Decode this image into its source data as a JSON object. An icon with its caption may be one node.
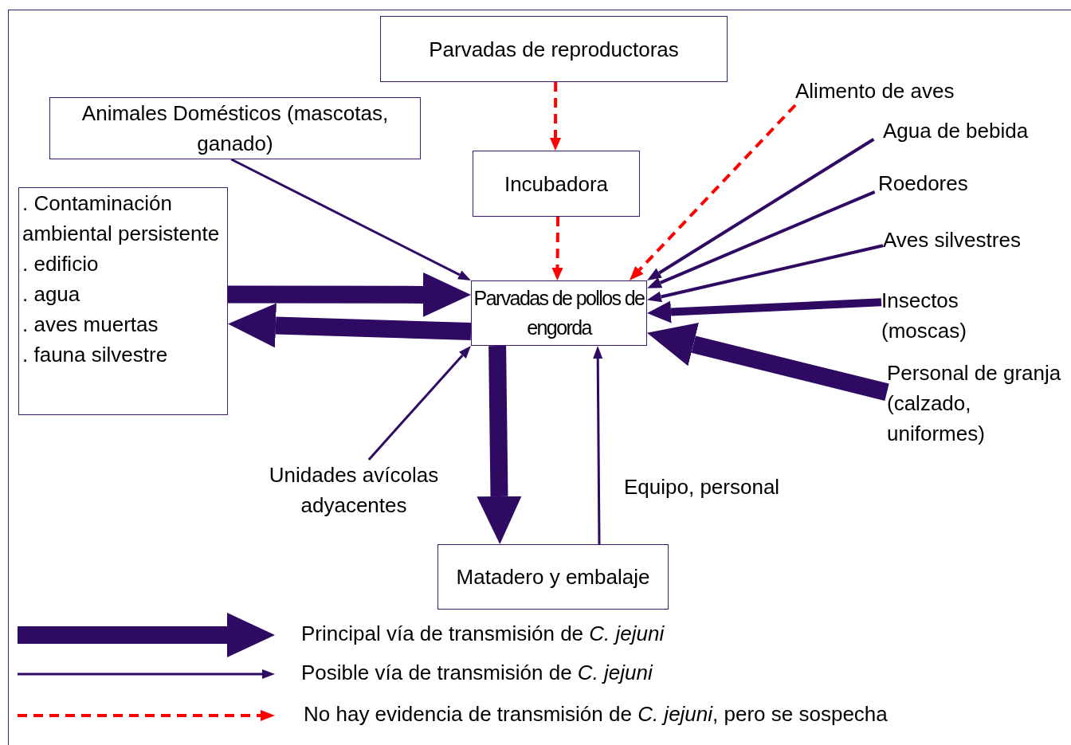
{
  "diagram": {
    "nodes": [
      {
        "text": [
          "Parvadas de reproductoras"
        ]
      },
      {
        "text": [
          "Animales Domésticos (mascotas, ganado)"
        ]
      },
      {
        "text": [
          "Incubadora"
        ]
      },
      {
        "text": [
          ". Contaminación ambiental persistente",
          ". edificio",
          ". agua",
          ". aves muertas",
          ". fauna silvestre"
        ]
      },
      {
        "text": [
          "Parvadas de pollos de engorda"
        ]
      },
      {
        "text": [
          "Alimento de aves"
        ]
      },
      {
        "text": [
          "Agua de bebida"
        ]
      },
      {
        "text": [
          "Roedores"
        ]
      },
      {
        "text": [
          "Aves silvestres"
        ]
      },
      {
        "text": [
          "Insectos (moscas)"
        ]
      },
      {
        "text": [
          "Personal de granja (calzado, uniformes)"
        ]
      },
      {
        "text": [
          "Unidades avícolas adyacentes"
        ]
      },
      {
        "text": [
          "Matadero y embalaje"
        ]
      }
    ],
    "edges": [
      {
        "from": 0,
        "to": 2,
        "arrow": "to",
        "style": "dashed",
        "color": "#ff0000"
      },
      {
        "from": 2,
        "to": 4,
        "arrow": "to",
        "style": "dashed",
        "color": "#ff0000"
      },
      {
        "from": 5,
        "to": 4,
        "arrow": "to",
        "style": "dashed",
        "color": "#ff0000"
      },
      {
        "from": 1,
        "to": 4,
        "arrow": "to"
      },
      {
        "from": 3,
        "to": 4,
        "arrow": "to",
        "style": "thick"
      },
      {
        "from": 4,
        "to": 3,
        "arrow": "to",
        "style": "thick"
      },
      {
        "from": 6,
        "to": 4,
        "arrow": "to"
      },
      {
        "from": 7,
        "to": 4,
        "arrow": "to"
      },
      {
        "from": 8,
        "to": 4,
        "arrow": "to"
      },
      {
        "from": 9,
        "to": 4,
        "arrow": "to",
        "style": "thick"
      },
      {
        "from": 10,
        "to": 4,
        "arrow": "to",
        "style": "thick"
      },
      {
        "from": 11,
        "to": 4,
        "arrow": "to"
      },
      {
        "from": 4,
        "to": 12,
        "arrow": "to",
        "style": "thick"
      },
      {
        "from": 12,
        "to": 4,
        "arrow": "to",
        "label": "Equipo, personal"
      }
    ],
    "legend": [
      {
        "text": "Principal vía de transmisión de *C. jejuni*"
      },
      {
        "text": "Posible vía de transmisión de *C. jejuni*"
      },
      {
        "text": "No hay evidencia de transmisión de *C. jejuni*, pero se sospecha"
      }
    ]
  }
}
